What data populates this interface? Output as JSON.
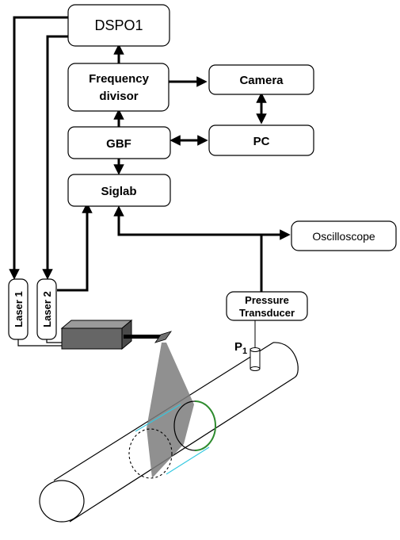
{
  "blocks": {
    "dspo1": "DSPO1",
    "freq_line1": "Frequency",
    "freq_line2": "divisor",
    "camera": "Camera",
    "gbf": "GBF",
    "pc": "PC",
    "siglab": "Siglab",
    "oscilloscope": "Oscilloscope",
    "pressure_line1": "Pressure",
    "pressure_line2": "Transducer",
    "laser1": "Laser 1",
    "laser2": "Laser 2",
    "probe_label": "P",
    "probe_sub": "1"
  },
  "colors": {
    "line": "#000000",
    "sheet": "#808080",
    "laser_body": "#666666",
    "section_ring": "#2e8b2e",
    "section_edge": "#33c8e0"
  }
}
